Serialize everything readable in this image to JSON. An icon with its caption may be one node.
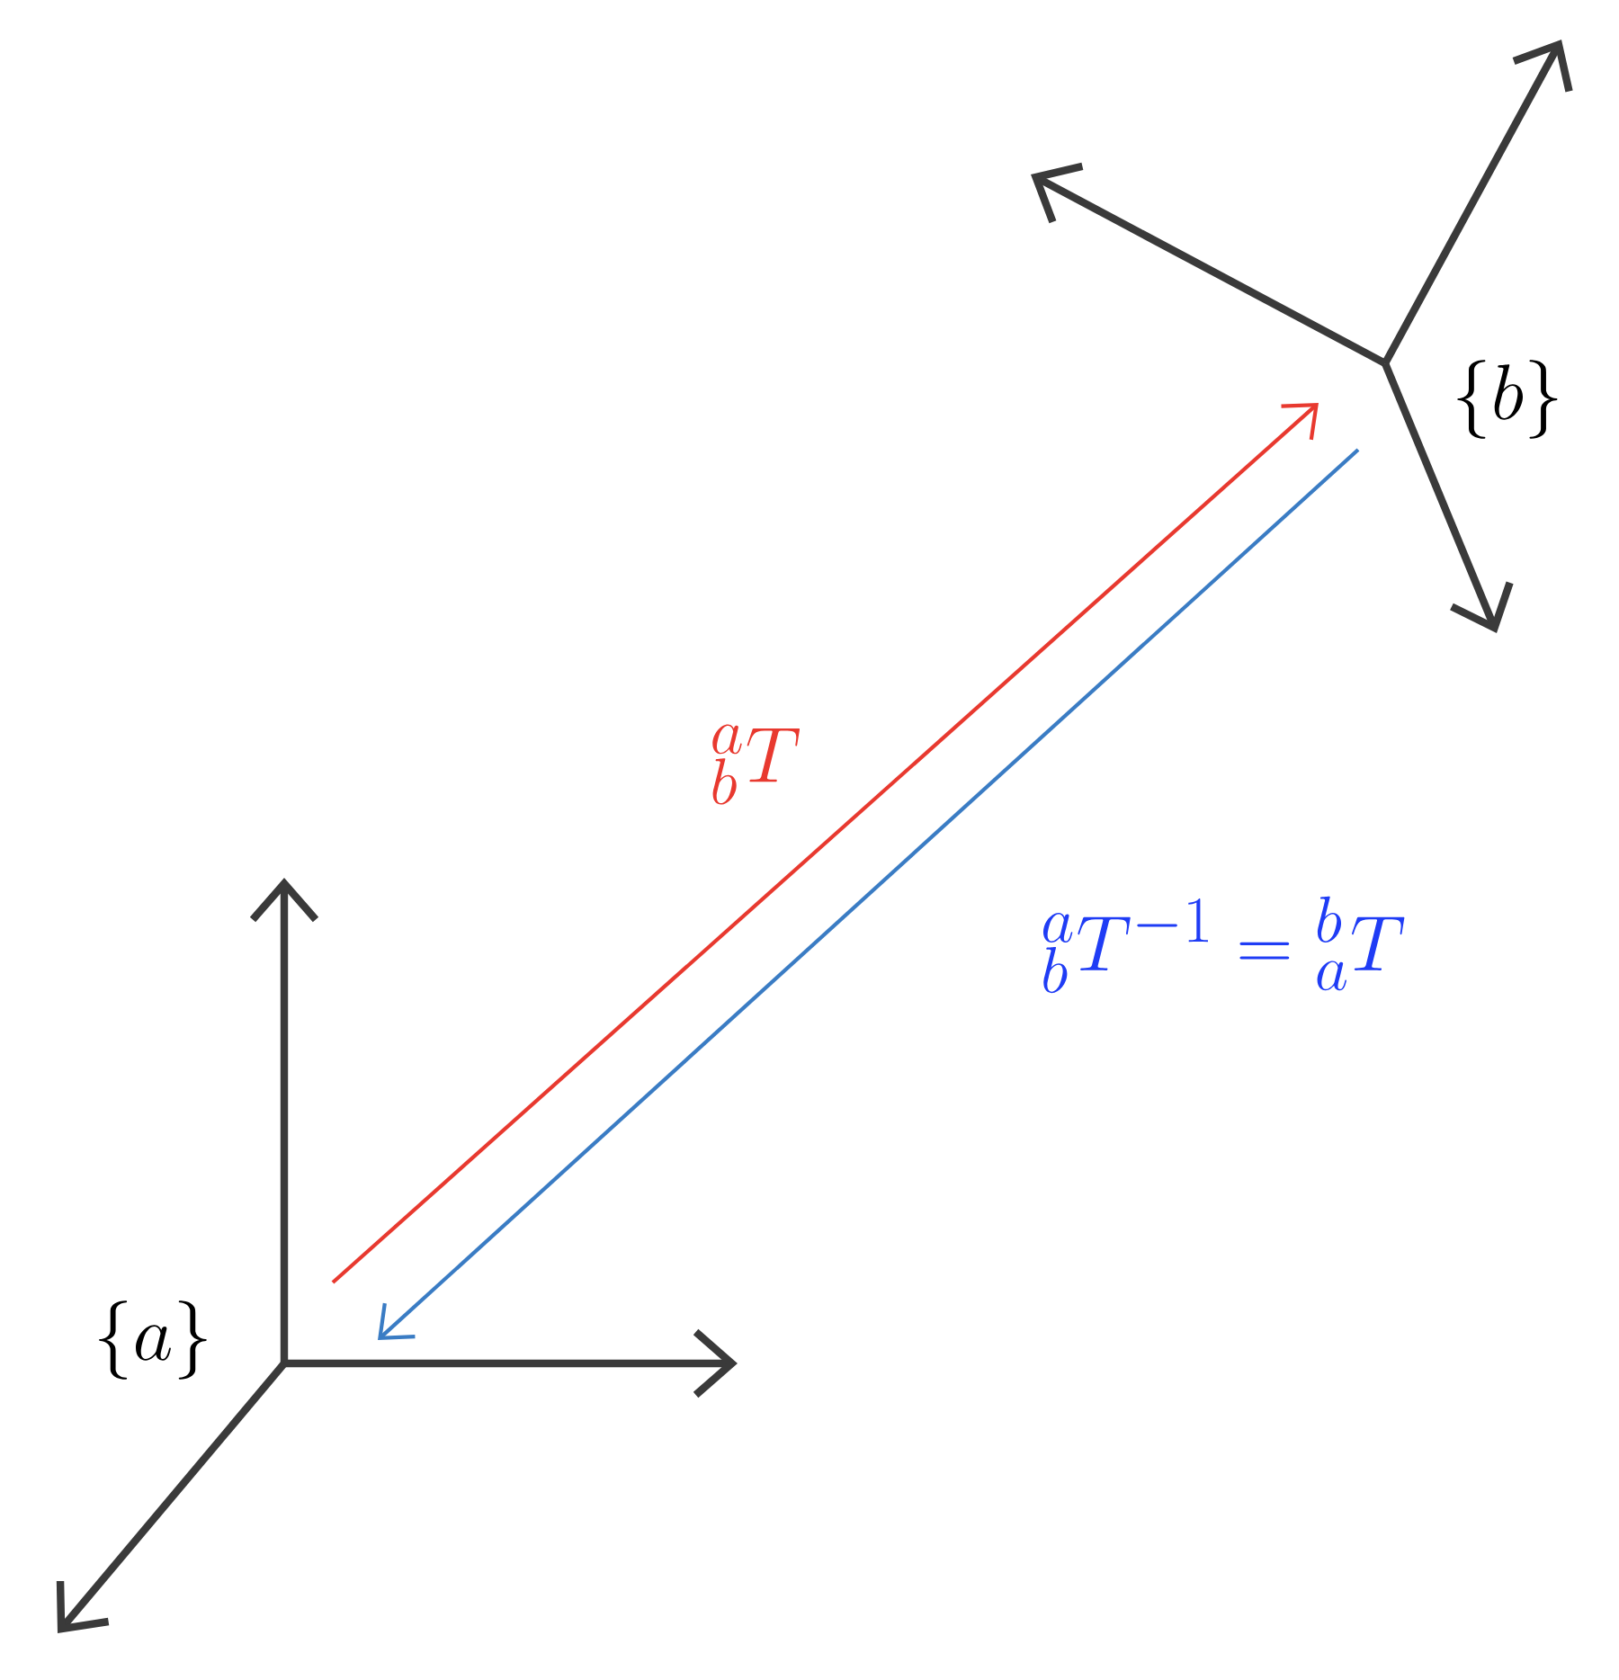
{
  "diagram": {
    "nodes": [
      {
        "text": [
          "\\{a\\}"
        ]
      },
      {
        "text": [
          "\\{b\\}"
        ]
      }
    ],
    "edges": [
      {
        "from": 0,
        "to": 1,
        "arrow": "to",
        "label": "{}^{a}_{b}T",
        "color": "#e8392f"
      },
      {
        "from": 1,
        "to": 0,
        "arrow": "to",
        "label": "{}^{a}_{b}T^{-1} = {}^{b}_{a}T",
        "color": "#3a7cc4"
      }
    ]
  }
}
